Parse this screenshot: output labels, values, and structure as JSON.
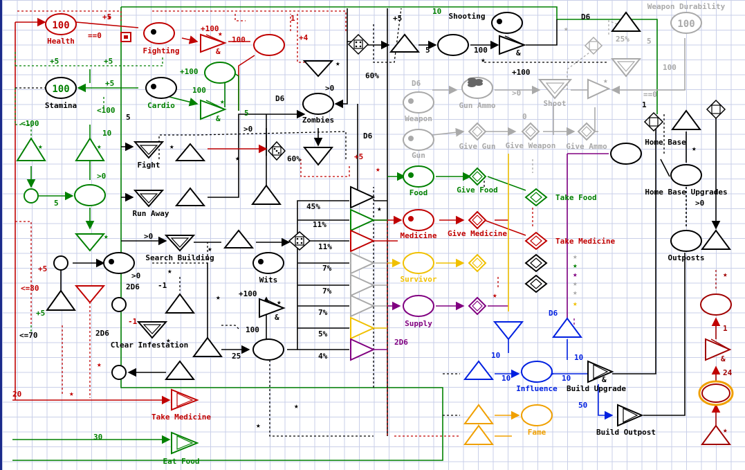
{
  "colors": {
    "red": "#c00000",
    "green": "#008000",
    "black": "#000000",
    "gray": "#a9a9a9",
    "yellow": "#f0c000",
    "purple": "#800080",
    "blue": "#0020e0",
    "orange": "#f0a000",
    "darkred": "#a00000"
  },
  "pools": {
    "health": {
      "name": "Health",
      "value": "100"
    },
    "stamina": {
      "name": "Stamina",
      "value": "100"
    },
    "weapon_durability": {
      "name": "Weapon Durability",
      "value": "100"
    },
    "fighting": "Fighting",
    "cardio": "Cardio",
    "zombies": "Zombies",
    "wits": "Wits",
    "shooting": "Shooting",
    "gun_ammo": "Gun Ammo",
    "weapon": "Weapon",
    "gun": "Gun",
    "food": "Food",
    "medicine": "Medicine",
    "survivor": "Survivor",
    "supply": "Supply",
    "influence": "Influence",
    "fame": "Fame",
    "home_base": "Home Base",
    "outposts": "Outposts"
  },
  "actions": {
    "fight": "Fight",
    "run_away": "Run Away",
    "search_building": "Search Building",
    "clear_infestation": "Clear Infestation",
    "take_medicine_bottom": "Take Medicine",
    "eat_food": "Eat Food",
    "shoot": "Shoot",
    "give_gun": "Give Gun",
    "give_weapon": "Give Weapon",
    "give_ammo": "Give Ammo",
    "give_food": "Give Food",
    "take_food": "Take Food",
    "give_medicine": "Give Medicine",
    "take_medicine_right": "Take Medicine",
    "home_base_upgrades": "Home Base Upgrades",
    "build_upgrade": "Build Upgrade",
    "build_outpost": "Build Outpost"
  },
  "labels": {
    "plus5_a": "+5",
    "eq0": "==0",
    "plus100_a": "+100",
    "100_a": "100",
    "one_top": "1",
    "plus4": "+4",
    "plus5_b": "+5",
    "plus5_c": "+5",
    "plus100_b": "+100",
    "100_b": "100",
    "plus5_d": "+5",
    "lt100_a": "<100",
    "lt100_b": "<100",
    "five_a": "5",
    "ten_a": "10",
    "five_b": "5",
    "five_c": "5",
    "gt0_a": ">0",
    "d6_a": "D6",
    "gt0_b": ">0",
    "d6_b": "D6",
    "pct60_a": "60%",
    "plus5_e": "+5",
    "gt0_c": ">0",
    "pct45": "45%",
    "pct11_a": "11%",
    "pct11_b": "11%",
    "pct7_a": "7%",
    "pct7_b": "7%",
    "pct7_c": "7%",
    "pct5": "5%",
    "pct4": "4%",
    "gt0_d": ">0",
    "twoD6_a": "2D6",
    "minus1_a": "-1",
    "plus100_c": "+100",
    "100_c": "100",
    "twoD6_b": "2D6",
    "minus1_b": "-1",
    "plus5_f": "+5",
    "lte80": "<=80",
    "plus5_g": "+5",
    "lte70": "<=70",
    "25": "25",
    "twenty": "20",
    "thirty": "30",
    "plus5_h": "+5",
    "ten_b": "10",
    "five_d": "5",
    "100_d": "100",
    "pct60_b": "60%",
    "plus100_d": "+100",
    "d6_c": "D6",
    "gt0_e": ">0",
    "zero": "0",
    "d6_d": "D6",
    "pct25": "25%",
    "five_e": "5",
    "100_e": "100",
    "eq0_b": "==0",
    "one_b": "1",
    "twoD6_c": "2D6",
    "d6_e": "D6",
    "ten_c": "10",
    "ten_d": "10",
    "ten_e": "10",
    "ten_f": "10",
    "fifty": "50",
    "gt0_f": ">0",
    "one_c": "1",
    "twentyfour": "24",
    "amp": "&"
  }
}
